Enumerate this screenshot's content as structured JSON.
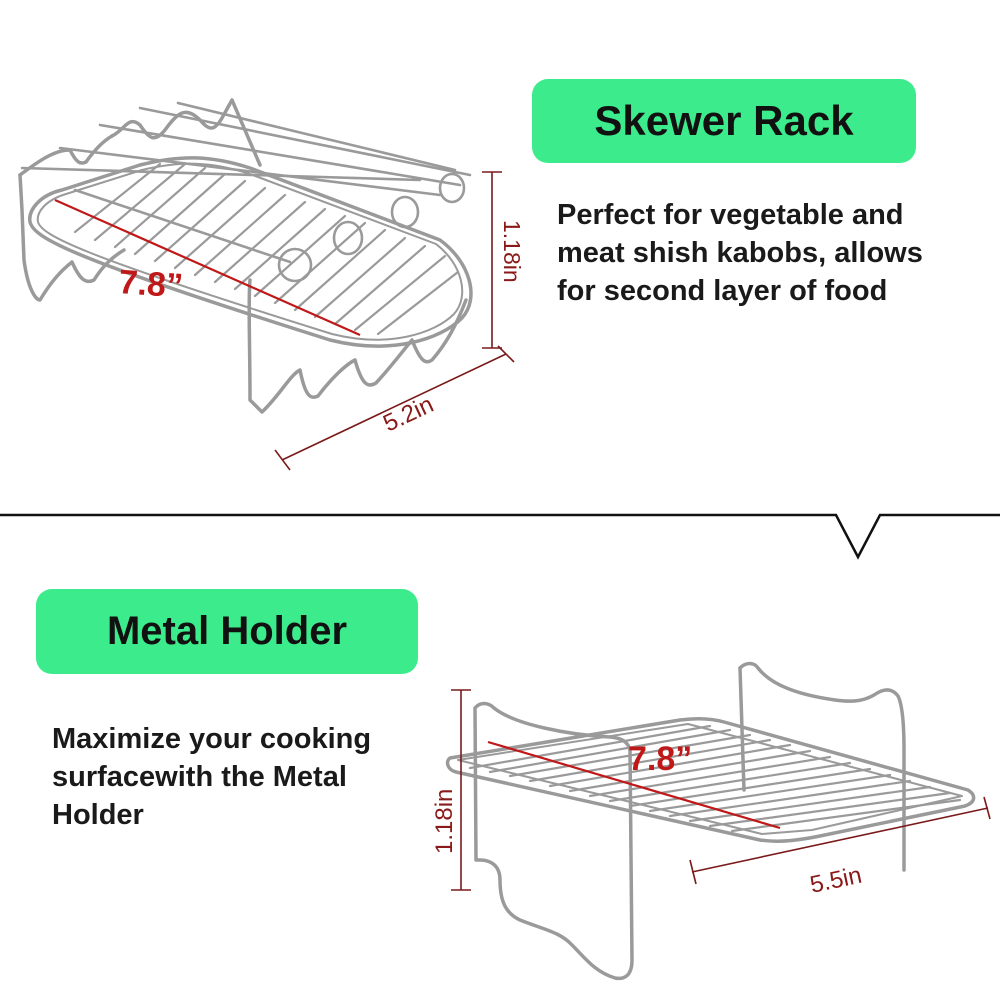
{
  "sections": {
    "skewer": {
      "title": "Skewer Rack",
      "desc_lines": [
        "Perfect for vegetable and",
        "meat shish kabobs, allows",
        "for second layer of food"
      ],
      "dim_length": "7.8”",
      "dim_width": "5.2in",
      "dim_height": "1.18in"
    },
    "holder": {
      "title": "Metal Holder",
      "desc_lines": [
        "Maximize your cooking",
        "surfacewith the Metal",
        "Holder"
      ],
      "dim_length": "7.8”",
      "dim_width": "5.5in",
      "dim_height": "1.18in"
    }
  },
  "colors": {
    "pill": "#3cec8c",
    "dimension_red": "#c01818",
    "dimension_line": "#7a1a1a",
    "metal": "#9a9a9a",
    "divider": "#111111"
  }
}
